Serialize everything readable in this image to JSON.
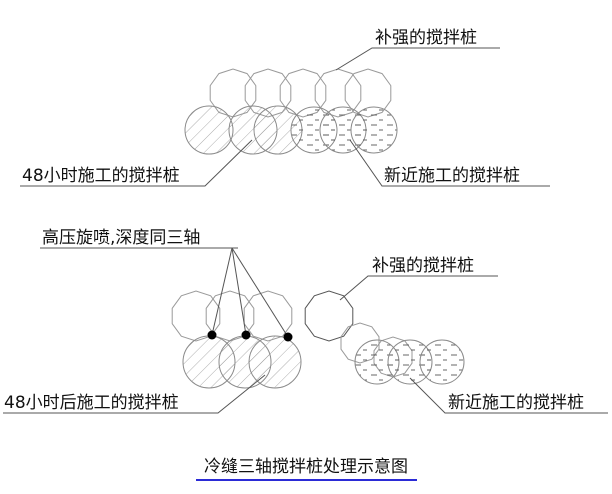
{
  "top_section": {
    "reinforce_label": "补强的搅拌桩",
    "old_pile_label": "48小时施工的搅拌桩",
    "new_pile_label": "新近施工的搅拌桩"
  },
  "bottom_section": {
    "jet_label": "高压旋喷,深度同三轴",
    "reinforce_label": "补强的搅拌桩",
    "old_pile_label": "48小时后施工的搅拌桩",
    "new_pile_label": "新近施工的搅拌桩"
  },
  "caption": "冷缝三轴搅拌桩处理示意图",
  "colors": {
    "caption_underline": "#2b2bd6",
    "line": "#555555",
    "jet_dot": "#000000"
  }
}
